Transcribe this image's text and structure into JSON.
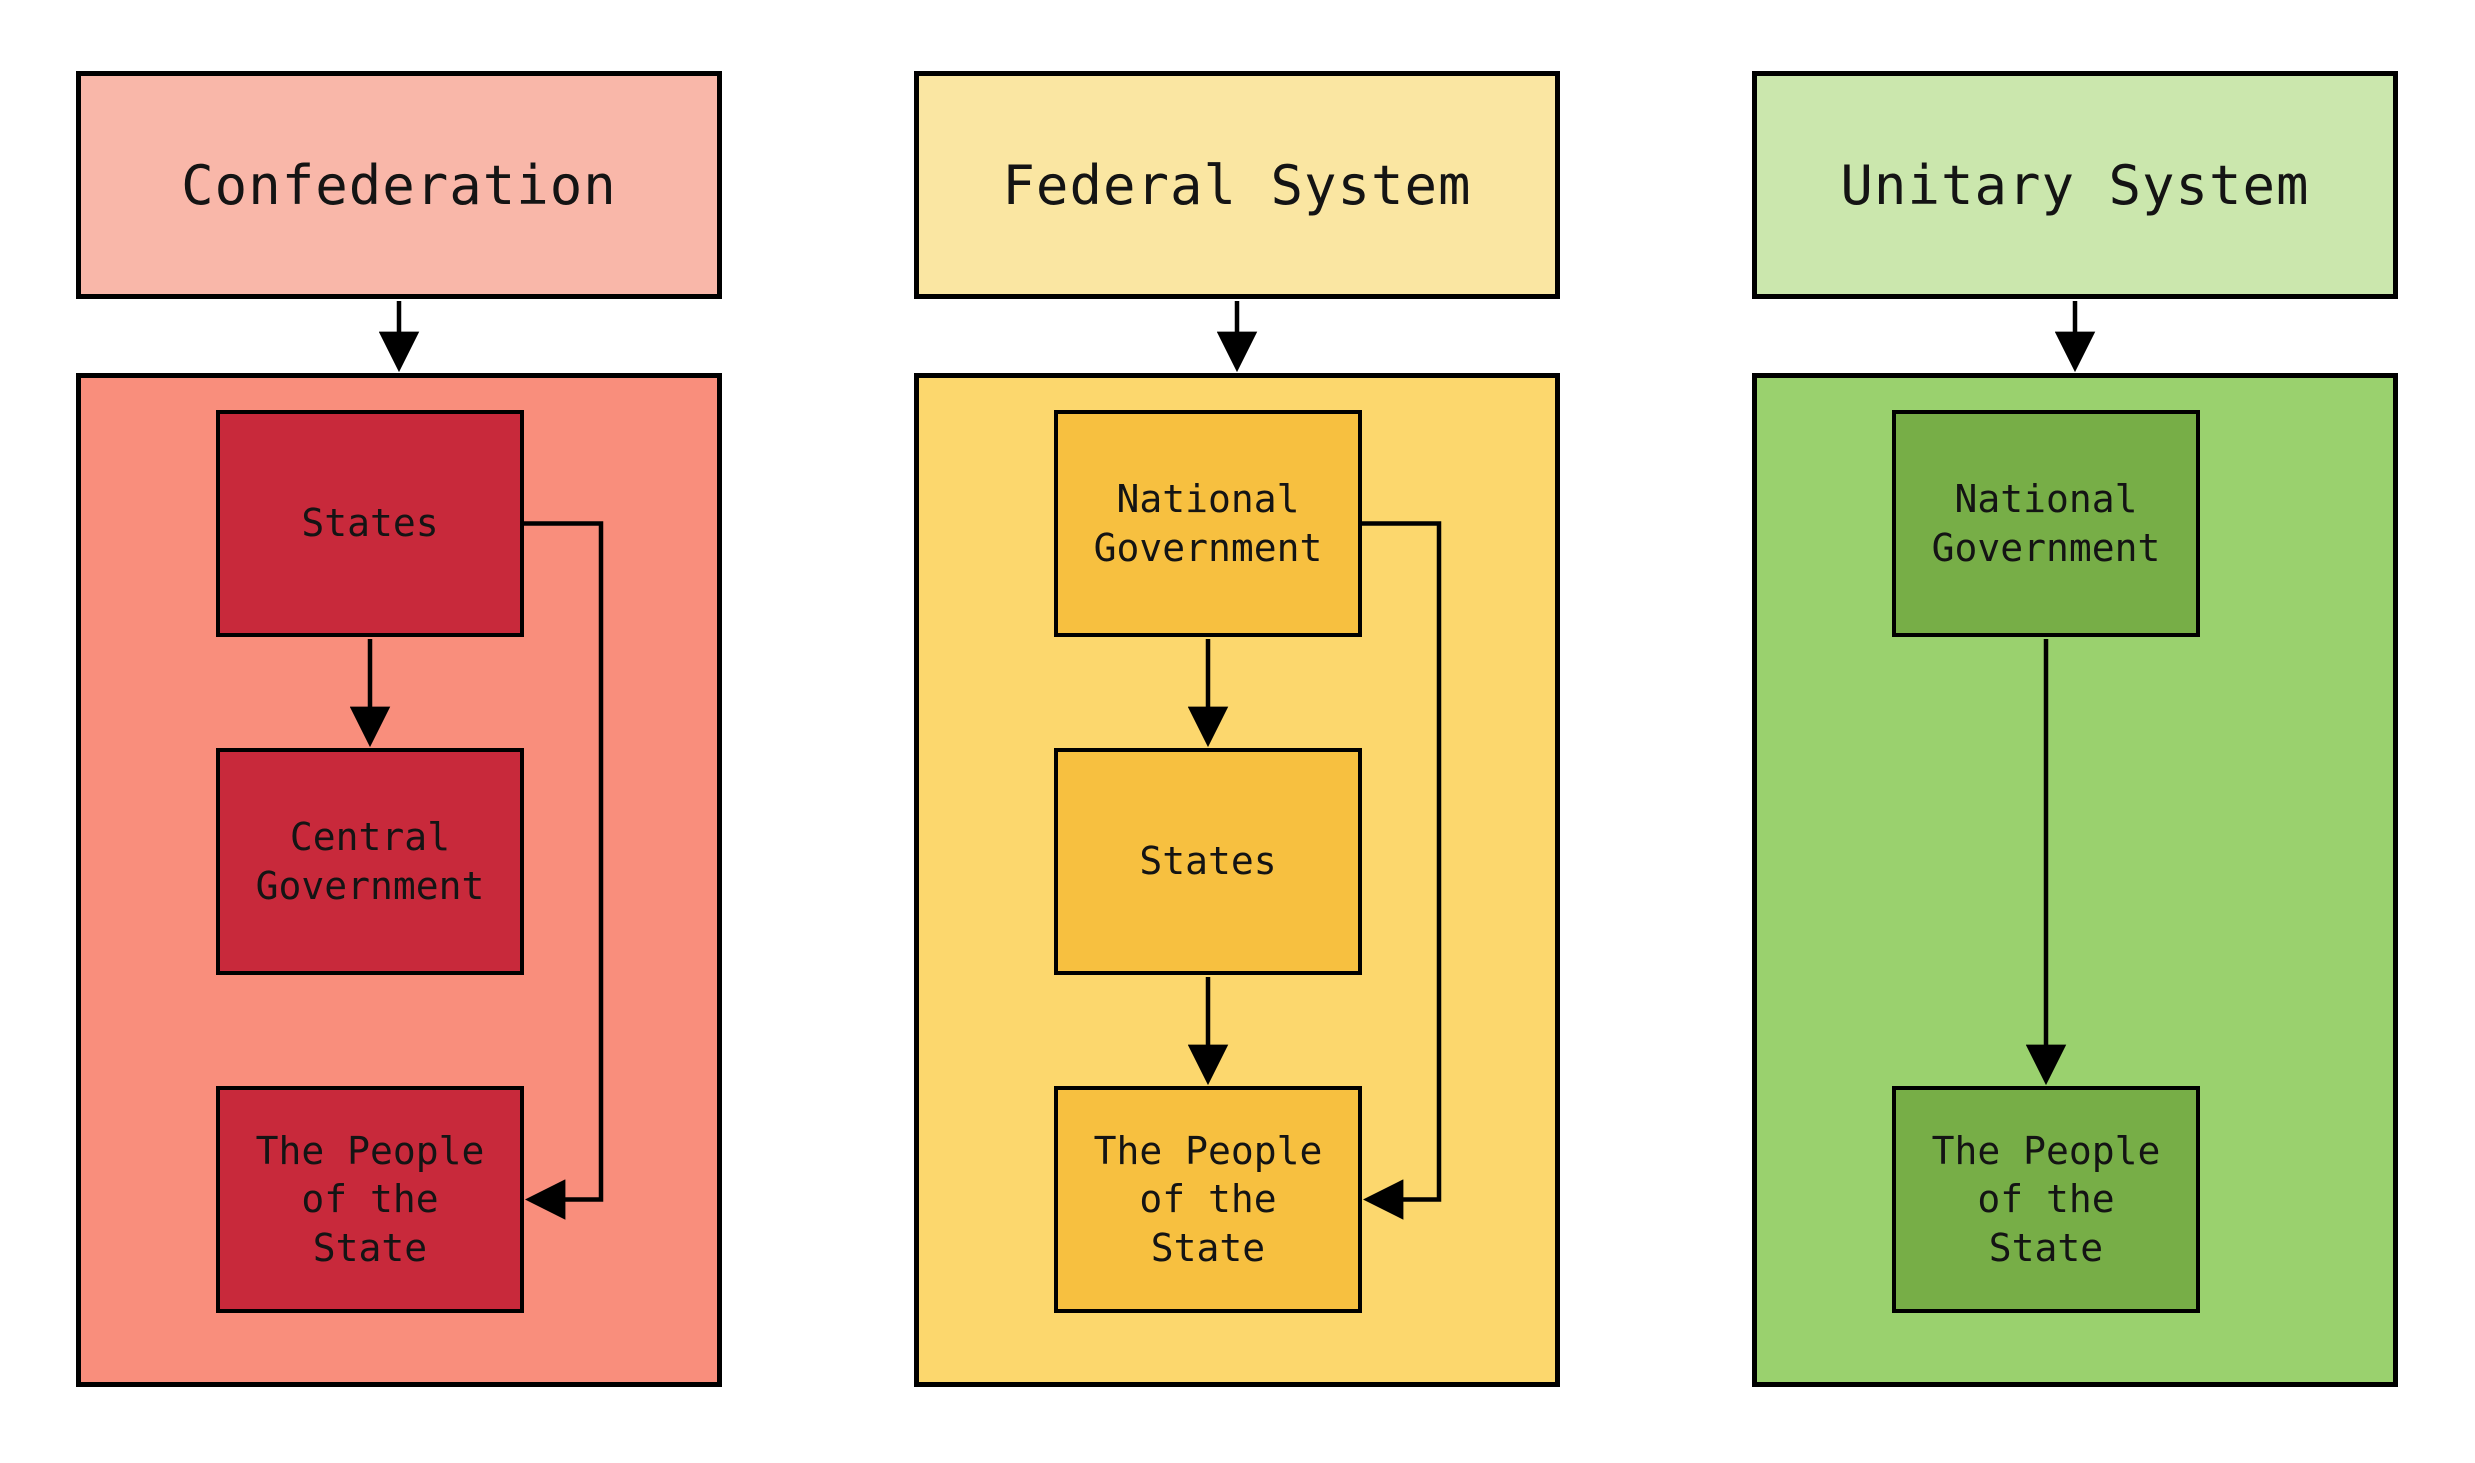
{
  "diagram": {
    "background": "#ffffff",
    "line_color": "#000000",
    "text_color": "#141414",
    "columns": [
      {
        "id": "confederation",
        "title": "Confederation",
        "colors": {
          "title_bg": "#F9B7A9",
          "container_bg": "#F98E7C",
          "node_bg": "#C8293B",
          "border": "#000000"
        },
        "nodes": [
          {
            "label": "States"
          },
          {
            "label": "Central\nGovernment"
          },
          {
            "label": "The People\nof the\nState"
          }
        ],
        "edges": [
          {
            "from": "title",
            "to": "body"
          },
          {
            "from": "States",
            "to": "Central Government"
          },
          {
            "from": "States",
            "to": "The People of the State"
          }
        ]
      },
      {
        "id": "federal-system",
        "title": "Federal System",
        "colors": {
          "title_bg": "#FAE6A2",
          "container_bg": "#FCD76D",
          "node_bg": "#F7C040",
          "border": "#000000"
        },
        "nodes": [
          {
            "label": "National\nGovernment"
          },
          {
            "label": "States"
          },
          {
            "label": "The People\nof the\nState"
          }
        ],
        "edges": [
          {
            "from": "title",
            "to": "body"
          },
          {
            "from": "National Government",
            "to": "States"
          },
          {
            "from": "States",
            "to": "The People of the State"
          },
          {
            "from": "National Government",
            "to": "The People of the State"
          }
        ]
      },
      {
        "id": "unitary-system",
        "title": "Unitary System",
        "colors": {
          "title_bg": "#CBE7AD",
          "container_bg": "#9AD16E",
          "node_bg": "#77AE47",
          "border": "#000000"
        },
        "nodes": [
          {
            "label": "National\nGovernment"
          },
          {
            "label": "The People\nof the\nState"
          }
        ],
        "edges": [
          {
            "from": "title",
            "to": "body"
          },
          {
            "from": "National Government",
            "to": "The People of the State"
          }
        ]
      }
    ]
  }
}
